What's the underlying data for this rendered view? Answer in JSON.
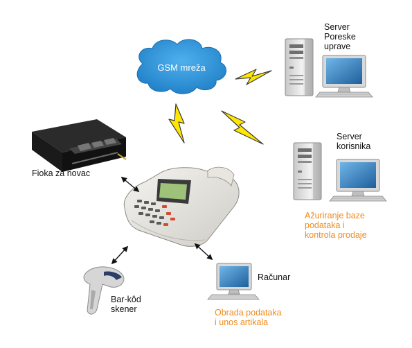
{
  "cloud": {
    "label": "GSM mreža"
  },
  "server_tax": {
    "lines": [
      "Server",
      "Poreske",
      "uprave"
    ]
  },
  "server_user": {
    "lines": [
      "Server",
      "korisnika"
    ],
    "note": [
      "Ažuriranje baze",
      "podataka i",
      "kontrola prodaje"
    ]
  },
  "drawer": {
    "label": "Fioka za novac"
  },
  "computer": {
    "label": "Računar",
    "note": [
      "Obrada podataka",
      "i unos artikala"
    ]
  },
  "scanner": {
    "lines": [
      "Bar-kôd",
      "skener"
    ]
  },
  "colors": {
    "cloud": "#2f93d6",
    "lightning": "#ffe600",
    "note": "#f08a1c"
  },
  "icons": [
    "cloud-icon",
    "lightning-icon",
    "server-computer-icon",
    "cash-drawer-icon",
    "fiscal-register-icon",
    "desktop-computer-icon",
    "barcode-scanner-icon",
    "double-arrow-icon"
  ]
}
